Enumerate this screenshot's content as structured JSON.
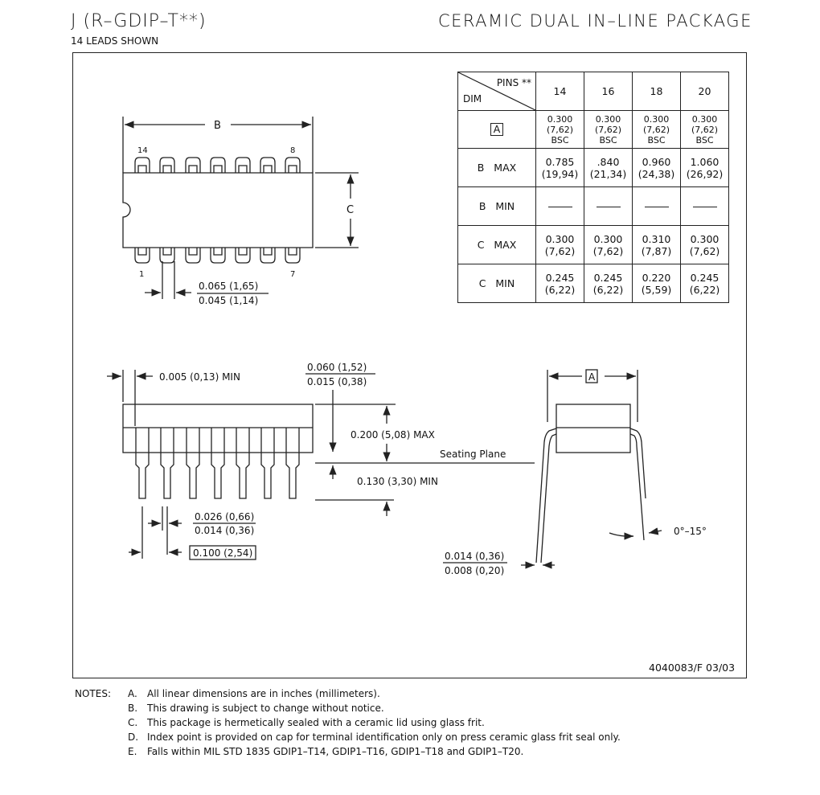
{
  "header": {
    "package_code": "J (R–GDIP–T**)",
    "leads_shown": "14 LEADS SHOWN",
    "package_name": "CERAMIC DUAL IN–LINE PACKAGE"
  },
  "table": {
    "pins_label": "PINS **",
    "dim_label": "DIM",
    "columns": [
      "14",
      "16",
      "18",
      "20"
    ],
    "rows": [
      {
        "label": "A",
        "boxed": true,
        "cells": [
          [
            "0.300",
            "(7,62)",
            "BSC"
          ],
          [
            "0.300",
            "(7,62)",
            "BSC"
          ],
          [
            "0.300",
            "(7,62)",
            "BSC"
          ],
          [
            "0.300",
            "(7,62)",
            "BSC"
          ]
        ]
      },
      {
        "label": "B   MAX",
        "boxed": false,
        "cells": [
          [
            "0.785",
            "(19,94)"
          ],
          [
            ".840",
            "(21,34)"
          ],
          [
            "0.960",
            "(24,38)"
          ],
          [
            "1.060",
            "(26,92)"
          ]
        ]
      },
      {
        "label": "B   MIN",
        "boxed": false,
        "dashes": true,
        "cells": [
          [],
          [],
          [],
          []
        ]
      },
      {
        "label": "C   MAX",
        "boxed": false,
        "cells": [
          [
            "0.300",
            "(7,62)"
          ],
          [
            "0.300",
            "(7,62)"
          ],
          [
            "0.310",
            "(7,87)"
          ],
          [
            "0.300",
            "(7,62)"
          ]
        ]
      },
      {
        "label": "C   MIN",
        "boxed": false,
        "cells": [
          [
            "0.245",
            "(6,22)"
          ],
          [
            "0.245",
            "(6,22)"
          ],
          [
            "0.220",
            "(5,59)"
          ],
          [
            "0.245",
            "(6,22)"
          ]
        ]
      }
    ]
  },
  "top_view": {
    "dim_b": "B",
    "dim_c": "C",
    "pin_14": "14",
    "pin_8": "8",
    "pin_1": "1",
    "pin_7": "7",
    "pin_width_max": "0.065 (1,65)",
    "pin_width_min": "0.045 (1,14)"
  },
  "side_view": {
    "end_gap": "0.005 (0,13) MIN",
    "standoff_max": "0.060 (1,52)",
    "standoff_min": "0.015 (0,38)",
    "height_max": "0.200 (5,08) MAX",
    "seating_plane": "Seating Plane",
    "lead_length_min": "0.130 (3,30) MIN",
    "lead_width_max": "0.026 (0,66)",
    "lead_width_min": "0.014 (0,36)",
    "pitch": "0.100 (2,54)"
  },
  "end_view": {
    "dim_a": "A",
    "angle": "0°–15°",
    "lead_thick_max": "0.014 (0,36)",
    "lead_thick_min": "0.008 (0,20)"
  },
  "doc_number": "4040083/F 03/03",
  "notes": {
    "label": "NOTES:",
    "items": [
      {
        "key": "A.",
        "text": "All linear dimensions are in inches (millimeters)."
      },
      {
        "key": "B.",
        "text": "This drawing is subject to change without notice."
      },
      {
        "key": "C.",
        "text": "This package is hermetically sealed with a ceramic lid using glass frit."
      },
      {
        "key": "D.",
        "text": "Index point is provided on cap for terminal identification only on press ceramic glass frit seal only."
      },
      {
        "key": "E.",
        "text": "Falls within MIL STD 1835 GDIP1–T14, GDIP1–T16, GDIP1–T18 and GDIP1–T20."
      }
    ]
  }
}
